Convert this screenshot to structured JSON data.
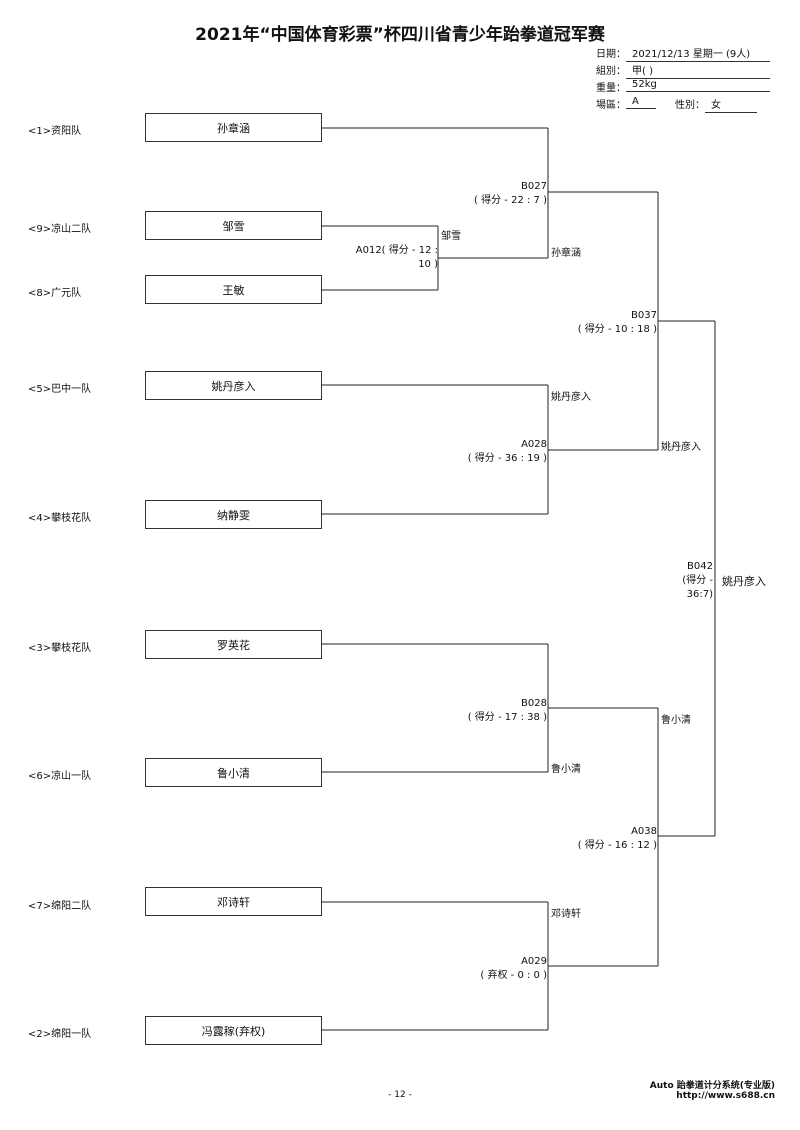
{
  "title": "2021年“中国体育彩票”杯四川省青少年跆拳道冠军赛",
  "info": {
    "date_label": "日期：",
    "date_value": "2021/12/13 星期一 (9人)",
    "group_label": "組別：",
    "group_value": "甲( )",
    "weight_label": "重量：",
    "weight_value": "52kg",
    "venue_label": "場區：",
    "venue_value": "A",
    "gender_label": "性別：",
    "gender_value": "女"
  },
  "entrants": [
    {
      "seed": "<1>资阳队",
      "name": "孙章涵"
    },
    {
      "seed": "<9>凉山二队",
      "name": "邹雪"
    },
    {
      "seed": "<8>广元队",
      "name": "王敏"
    },
    {
      "seed": "<5>巴中一队",
      "name": "姚丹彦入"
    },
    {
      "seed": "<4>攀枝花队",
      "name": "纳静雯"
    },
    {
      "seed": "<3>攀枝花队",
      "name": "罗英花"
    },
    {
      "seed": "<6>凉山一队",
      "name": "鲁小清"
    },
    {
      "seed": "<7>绵阳二队",
      "name": "邓诗轩"
    },
    {
      "seed": "<2>绵阳一队",
      "name": "冯露稼(弃权)"
    }
  ],
  "matches": {
    "A012": {
      "line1": "A012( 得分 - 12 :",
      "line2": "10 )",
      "winner": "邹雪"
    },
    "B027": {
      "line1": "B027",
      "line2": "( 得分 - 22 : 7 )",
      "winner": "孙章涵"
    },
    "A028": {
      "line1": "A028",
      "line2": "( 得分 - 36 : 19 )",
      "winner": "姚丹彦入"
    },
    "B028": {
      "line1": "B028",
      "line2": "( 得分 - 17 : 38 )",
      "winner": "鲁小清"
    },
    "A029": {
      "line1": "A029",
      "line2": "( 弃权 - 0 : 0 )",
      "winner": "邓诗轩"
    },
    "B037": {
      "line1": "B037",
      "line2": "( 得分 - 10 : 18 )",
      "winner": "姚丹彦入"
    },
    "A038": {
      "line1": "A038",
      "line2": "( 得分 - 16 : 12 )",
      "winner": "鲁小清"
    },
    "B042": {
      "line1": "B042",
      "line2": "(得分 -",
      "line3": "36:7)",
      "winner": "姚丹彦入"
    }
  },
  "footer": {
    "page_number": "- 12 -",
    "brand": "Auto 跆拳道计分系统(专业版)",
    "url": "http://www.s688.cn"
  }
}
